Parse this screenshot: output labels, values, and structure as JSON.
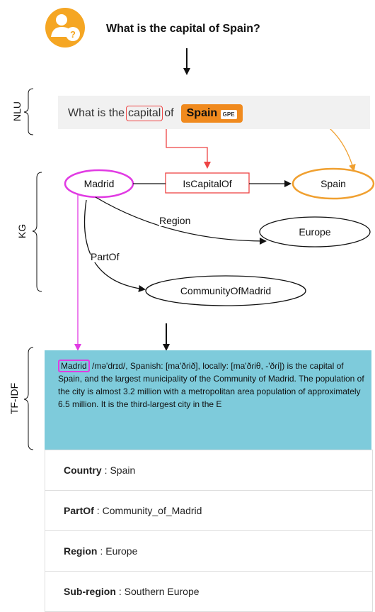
{
  "question": "What is the capital of Spain?",
  "side_labels": {
    "nlu": "NLU",
    "kg": "KG",
    "tfidf": "TF-IDF"
  },
  "nlu": {
    "prefix": "What is the",
    "highlight": "capital",
    "middle": "of",
    "entity": "Spain",
    "entity_tag": "GPE"
  },
  "kg": {
    "nodes": {
      "madrid": "Madrid",
      "spain": "Spain",
      "europe": "Europe",
      "community": "CommunityOfMadrid"
    },
    "relation": "IsCapitalOf",
    "edges": {
      "region": "Region",
      "partof": "PartOf"
    }
  },
  "tfidf": {
    "highlight": "Madrid",
    "text": " /mə'drɪd/, Spanish: [ma'ðɾið], locally: [ma'ðɾiθ, -'ðɾi]) is the capital of Spain, and the largest municipality of the Community of Madrid. The population of the city is almost 3.2 million with a metropolitan area population of approximately 6.5 million. It is the third-largest city in the E"
  },
  "table": [
    {
      "key": "Country",
      "value": "Spain"
    },
    {
      "key": "PartOf",
      "value": "Community_of_Madrid"
    },
    {
      "key": "Region",
      "value": "Europe"
    },
    {
      "key": "Sub-region",
      "value": "Southern Europe"
    }
  ],
  "colors": {
    "orange": "#f08a1e",
    "red": "#e44444",
    "pink": "#e13be3",
    "teal": "#7ecbdb"
  },
  "icons": [
    "user-question-icon"
  ]
}
